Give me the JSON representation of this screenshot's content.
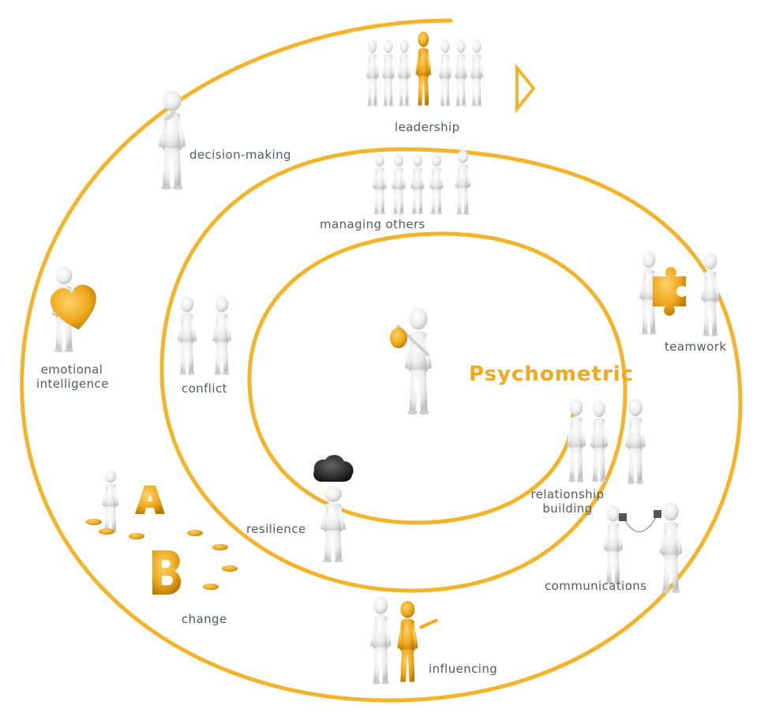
{
  "title": "Psychometric",
  "colors": {
    "accent": "#f3b42c",
    "figure": "#e9e9e9",
    "figure_shade": "#c9c9c9",
    "gold": "#f0a81c",
    "text": "#555a60"
  },
  "topics": {
    "leadership": "leadership",
    "decision_making": "decision-making",
    "managing_others": "managing others",
    "teamwork": "teamwork",
    "emotional_intelligence_1": "emotional",
    "emotional_intelligence_2": "intelligence",
    "conflict": "conflict",
    "relationship_building_1": "relationship",
    "relationship_building_2": "building",
    "resilience": "resilience",
    "communications": "communications",
    "change": "change",
    "influencing": "influencing"
  },
  "icons": [
    "play-arrow-icon",
    "leader-group-icon",
    "thinking-figure-icon",
    "handshake-group-icon",
    "puzzle-figures-icon",
    "heart-figure-icon",
    "conflict-figures-icon",
    "walking-traveller-icon",
    "handshake-trio-icon",
    "storm-cloud-figure-icon",
    "tin-can-phone-icon",
    "a-to-b-path-icon",
    "influencing-pair-icon"
  ]
}
